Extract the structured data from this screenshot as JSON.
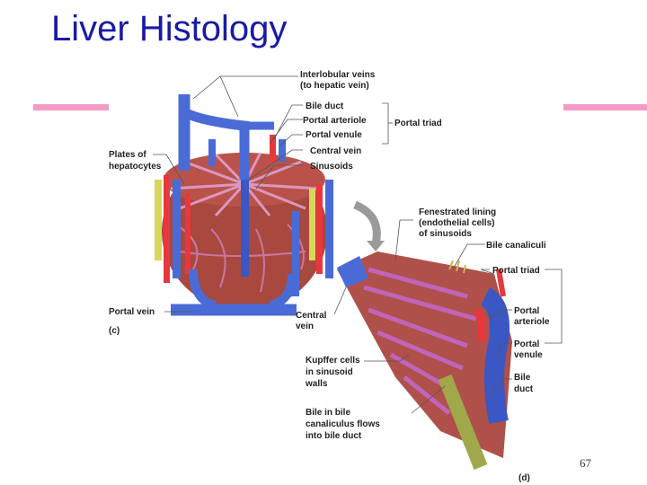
{
  "slide": {
    "title": "Liver Histology",
    "page_number": "67",
    "accent_color": "#f49ac8",
    "title_color": "#1a1aa6"
  },
  "labels": {
    "interlobular_veins_1": "Interlobular veins",
    "interlobular_veins_2": "(to hepatic vein)",
    "bile_duct_c": "Bile duct",
    "portal_arteriole_c": "Portal arteriole",
    "portal_venule_c": "Portal venule",
    "portal_triad_c": "Portal triad",
    "plates_1": "Plates of",
    "plates_2": "hepatocytes",
    "central_vein_c": "Central vein",
    "sinusoids": "Sinusoids",
    "fenestrated_1": "Fenestrated lining",
    "fenestrated_2": "(endothelial cells)",
    "fenestrated_3": "of sinusoids",
    "bile_canaliculi": "Bile canaliculi",
    "portal_triad_d": "Portal triad",
    "portal_vein": "Portal vein",
    "panel_c": "(c)",
    "central_vein_d_1": "Central",
    "central_vein_d_2": "vein",
    "portal_arteriole_d_1": "Portal",
    "portal_arteriole_d_2": "arteriole",
    "portal_venule_d_1": "Portal",
    "portal_venule_d_2": "venule",
    "kupffer_1": "Kupffer cells",
    "kupffer_2": "in sinusoid",
    "kupffer_3": "walls",
    "bile_duct_d_1": "Bile",
    "bile_duct_d_2": "duct",
    "bile_flow_1": "Bile in bile",
    "bile_flow_2": "canaliculus flows",
    "bile_flow_3": "into bile duct",
    "panel_d": "(d)"
  }
}
